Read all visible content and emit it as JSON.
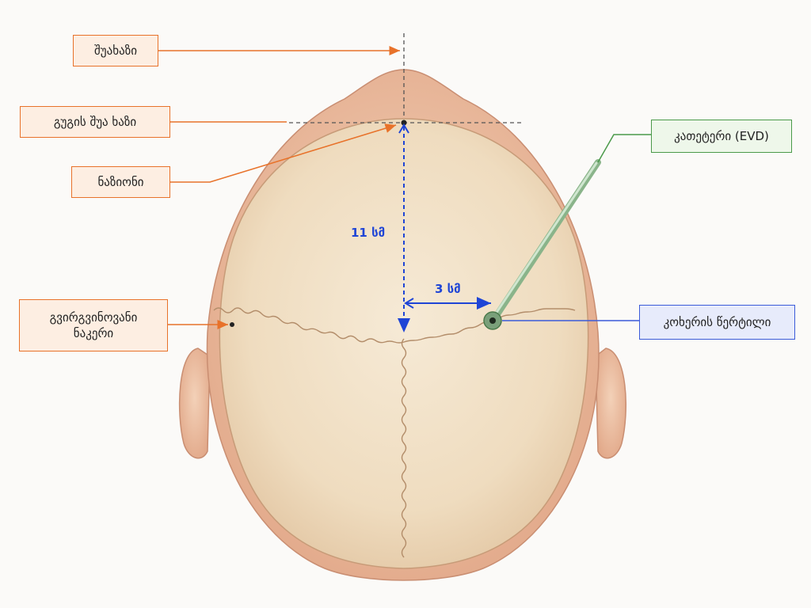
{
  "labels": {
    "midline": "შუახაზი",
    "nasal_midline": "გუგის შუა ხაზი",
    "nasion": "ნაზიონი",
    "coronal_suture": "გვირგვინოვანი\nნაკერი",
    "catheter": "კათეტერი (EVD)",
    "kochers_point": "კოხერის წერტილი"
  },
  "measurements": {
    "vertical": "11 სმ",
    "horizontal": "3 სმ"
  },
  "colors": {
    "orange": "#e8722a",
    "green": "#4b9a4a",
    "blue": "#3b5bd9",
    "measure": "#1f45d6",
    "skin": "#eec4a8",
    "bone": "#f1dfc3"
  }
}
